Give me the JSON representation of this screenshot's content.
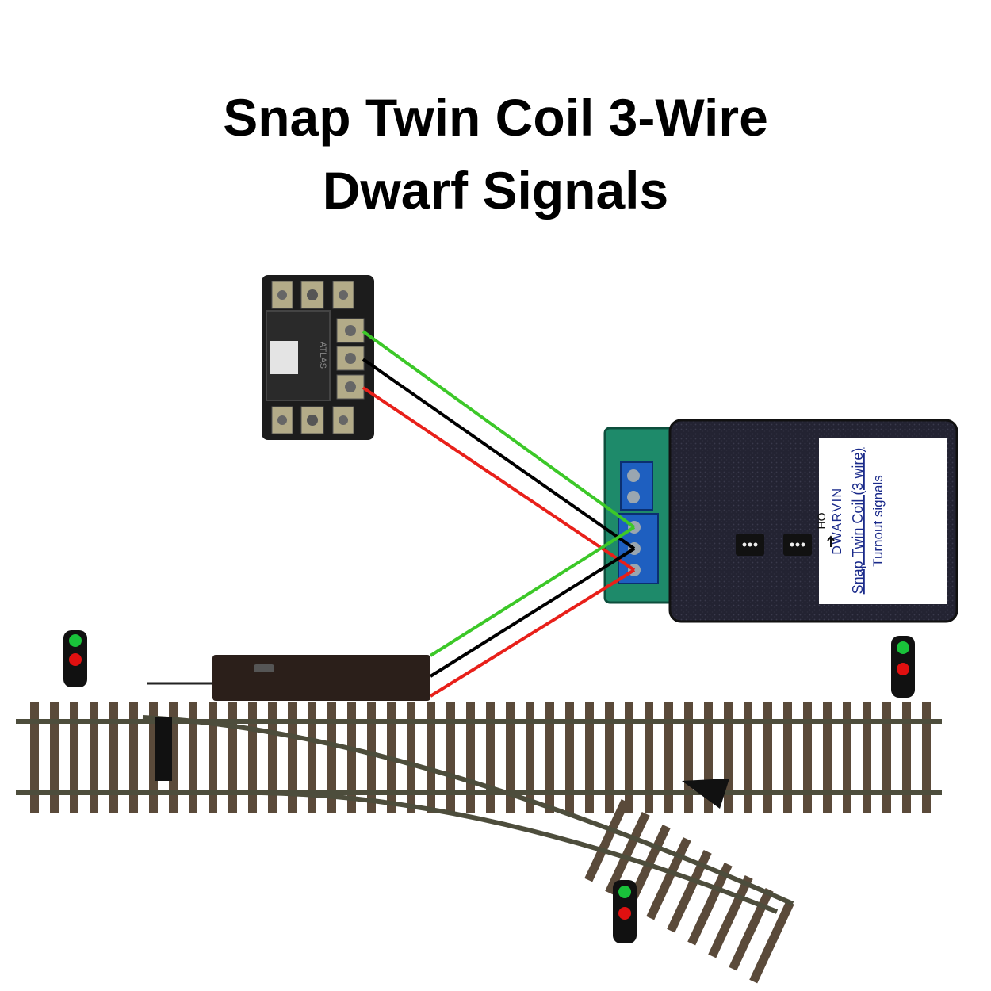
{
  "title": {
    "line1": "Snap Twin Coil 3-Wire",
    "line2": "Dwarf Signals"
  },
  "switch_label": "ATLAS",
  "module": {
    "brand": "DWARVIN",
    "product_line1": "Snap Twin Coil (3 wire)",
    "product_line2": "Turnout signals",
    "scale": "HO"
  },
  "wire_colors": {
    "green": "#3cc828",
    "black": "#000000",
    "red": "#e8201a"
  },
  "signal_colors": {
    "green_lamp": "#19c23a",
    "red_lamp": "#e01010"
  },
  "signals": [
    {
      "name": "signal-left"
    },
    {
      "name": "signal-right"
    },
    {
      "name": "signal-bottom"
    }
  ]
}
